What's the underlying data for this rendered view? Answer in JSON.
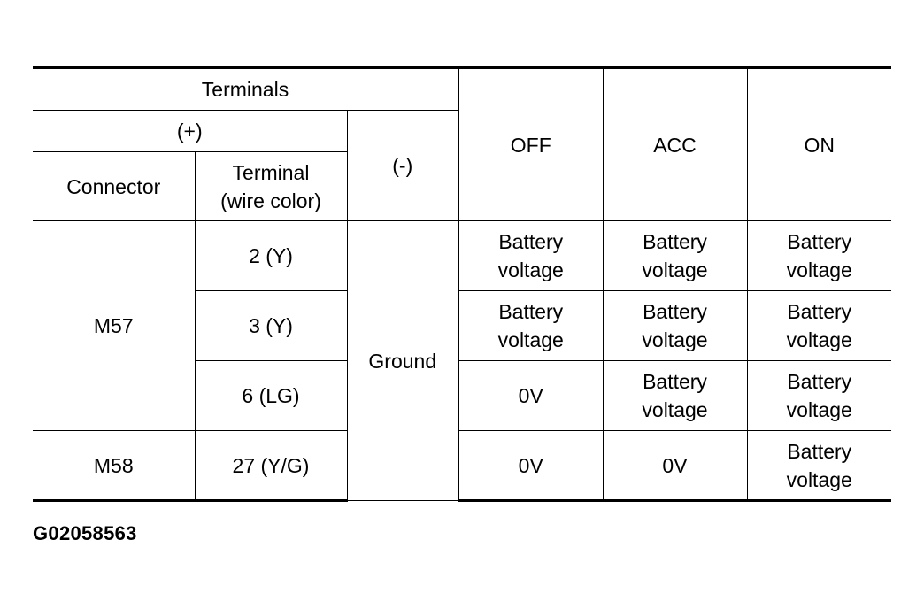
{
  "table": {
    "header": {
      "terminals": "Terminals",
      "positive": "(+)",
      "negative": "(-)",
      "connector": "Connector",
      "terminal_line1": "Terminal",
      "terminal_line2": "(wire color)",
      "off": "OFF",
      "acc": "ACC",
      "on": "ON"
    },
    "ground": "Ground",
    "connectors": {
      "m57": "M57",
      "m58": "M58"
    },
    "rows": [
      {
        "terminal": "2 (Y)",
        "off": [
          "Battery",
          "voltage"
        ],
        "acc": [
          "Battery",
          "voltage"
        ],
        "on": [
          "Battery",
          "voltage"
        ]
      },
      {
        "terminal": "3 (Y)",
        "off": [
          "Battery",
          "voltage"
        ],
        "acc": [
          "Battery",
          "voltage"
        ],
        "on": [
          "Battery",
          "voltage"
        ]
      },
      {
        "terminal": "6 (LG)",
        "off": "0V",
        "acc": [
          "Battery",
          "voltage"
        ],
        "on": [
          "Battery",
          "voltage"
        ]
      },
      {
        "terminal": "27 (Y/G)",
        "off": "0V",
        "acc": "0V",
        "on": [
          "Battery",
          "voltage"
        ]
      }
    ]
  },
  "figure_id": "G02058563"
}
